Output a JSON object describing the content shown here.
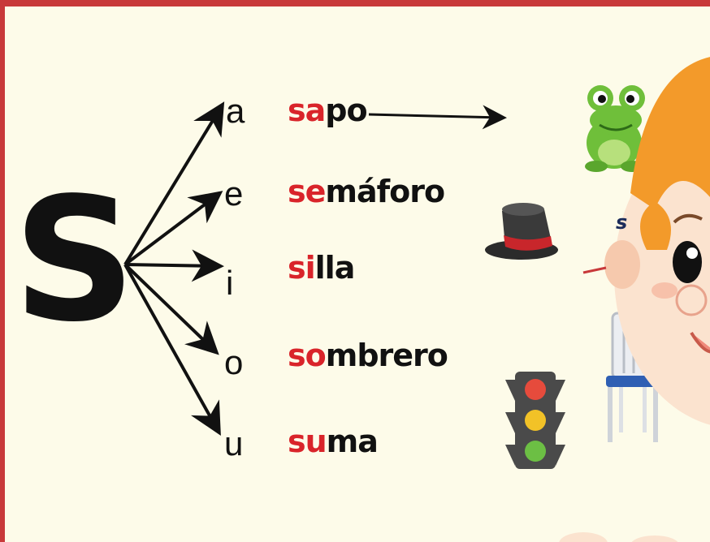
{
  "letter": "S",
  "syllables": [
    {
      "vowel": "a",
      "prefix": "sa",
      "rest": "po"
    },
    {
      "vowel": "e",
      "prefix": "se",
      "rest": "máforo"
    },
    {
      "vowel": "i",
      "prefix": "si",
      "rest": "lla"
    },
    {
      "vowel": "o",
      "prefix": "so",
      "rest": "mbrero"
    },
    {
      "vowel": "u",
      "prefix": "su",
      "rest": "ma"
    }
  ],
  "character_speech": "s",
  "colors": {
    "border": "#c8393a",
    "highlight": "#d9242a",
    "background": "#fdfbe9"
  }
}
